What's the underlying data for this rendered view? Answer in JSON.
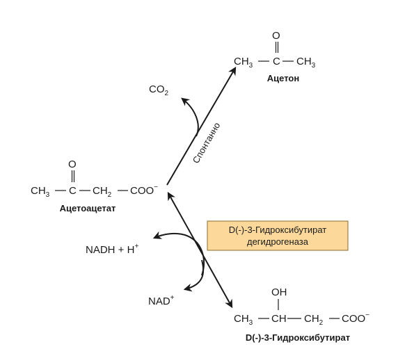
{
  "acetone": {
    "oxygen": "O",
    "carbon": "C",
    "methyl_left": "CH3",
    "methyl_right": "CH3",
    "name": "Ацетон"
  },
  "acetoacetate": {
    "oxygen": "O",
    "methyl": "CH3",
    "carbon": "C",
    "methylene": "CH2",
    "carboxylate": "COO−",
    "name": "Ацетоацетат"
  },
  "hydroxybutyrate": {
    "hydroxyl": "OH",
    "methyl": "CH3",
    "methine": "CH",
    "methylene": "CH2",
    "carboxylate": "COO−",
    "name": "D(-)-3-Гидроксибутират"
  },
  "reaction_top": {
    "co2": "CO2",
    "label": "Спонтанно"
  },
  "reaction_bottom": {
    "nadh": "NADH + H+",
    "nad": "NAD+",
    "enzyme_line1": "D(-)-3-Гидроксибутират",
    "enzyme_line2": "дегидрогеназа"
  },
  "colors": {
    "enzyme_box_fill": "#fcd99a",
    "enzyme_box_stroke": "#8a6a2a",
    "ink": "#1a1a1a"
  }
}
